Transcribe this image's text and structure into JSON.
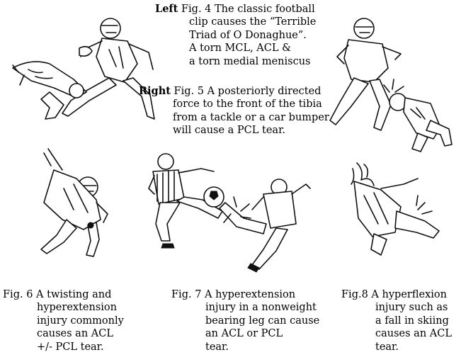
{
  "fig4": {
    "label": "Left",
    "lines": [
      "Fig. 4 The classic football",
      "clip causes the “Terrible",
      "Triad of O Donaghue”.",
      "A torn MCL, ACL &",
      "a torn medial meniscus"
    ]
  },
  "fig5": {
    "label": "Right",
    "lines": [
      "Fig. 5 A posteriorly directed",
      "force to the front of the tibia",
      "from a tackle or a car bumper",
      "will cause a PCL tear."
    ]
  },
  "fig6": {
    "lines": [
      "Fig. 6 A twisting and",
      "hyperextension",
      "injury commonly",
      "causes an ACL",
      "+/- PCL tear."
    ]
  },
  "fig7": {
    "lines": [
      "Fig. 7 A hyperextension",
      "injury in a nonweight",
      "bearing leg can cause",
      "an ACL or PCL",
      "tear."
    ]
  },
  "fig8": {
    "lines": [
      "Fig.8 A hyperflexion",
      "injury such as",
      "a fall in skiing",
      "causes an ACL",
      "tear."
    ]
  },
  "illustrations": [
    "football-clip",
    "posterior-tackle",
    "twisting-football",
    "soccer-kick",
    "skiing-fall"
  ]
}
